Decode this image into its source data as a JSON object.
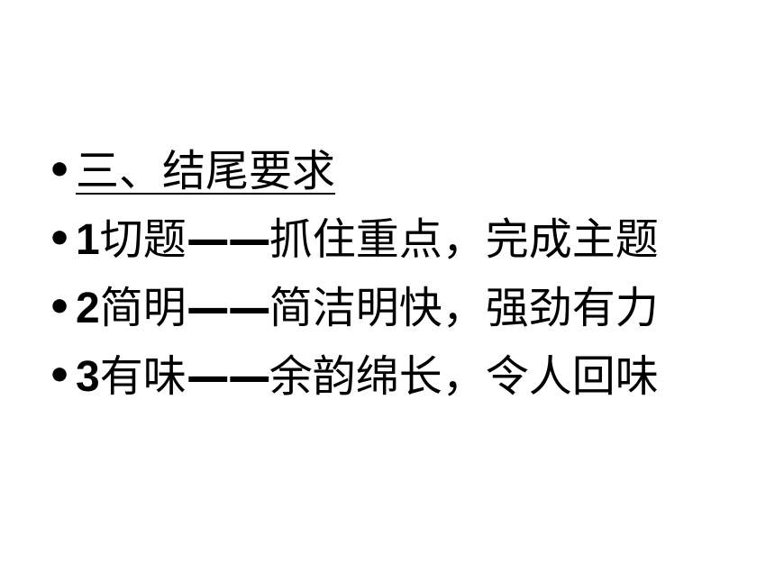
{
  "slide": {
    "heading": "三、结尾要求",
    "items": [
      {
        "number": "1",
        "term": "切题",
        "dash": "——",
        "desc": "抓住重点，完成主题"
      },
      {
        "number": "2",
        "term": "简明",
        "dash": "——",
        "desc": "简洁明快，强劲有力"
      },
      {
        "number": "3",
        "term": "有味",
        "dash": "——",
        "desc": "余韵绵长，令人回味"
      }
    ],
    "bullet_symbol": "•"
  }
}
